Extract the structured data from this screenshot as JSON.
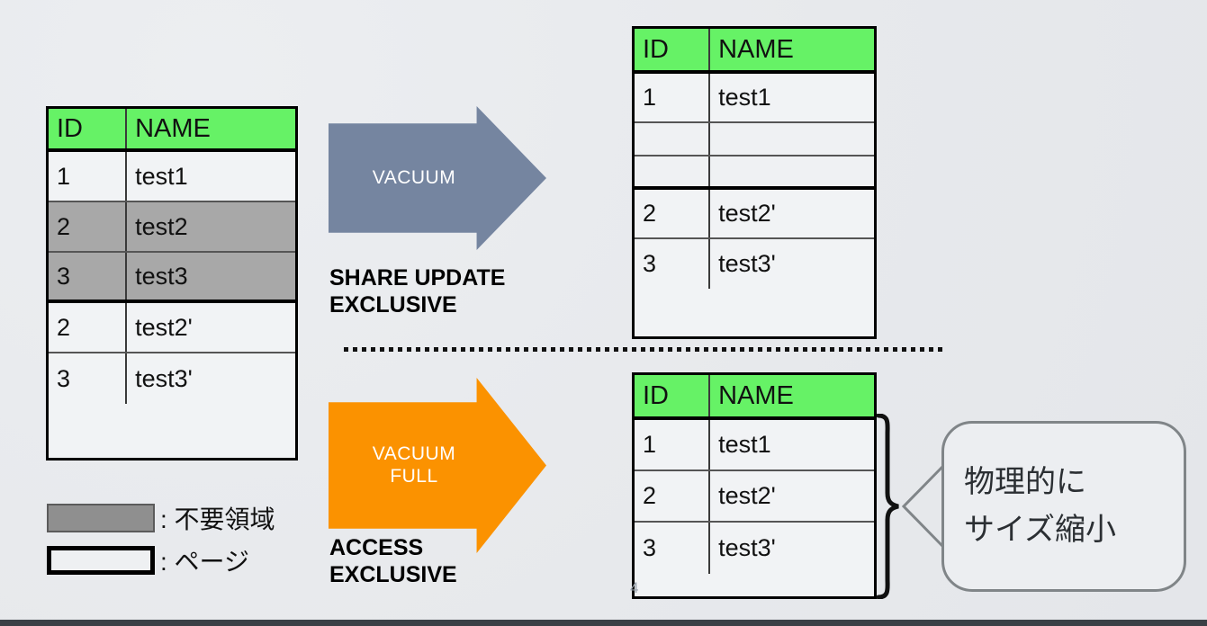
{
  "slide": {
    "page_number": "4",
    "background_color": "#e9ebee"
  },
  "colors": {
    "header_green": "#66f266",
    "dead_tuple_gray": "#a8a8a8",
    "vacuum_arrow": "#7585a0",
    "vacuum_full_arrow": "#fb9200",
    "callout_border": "#808588"
  },
  "tables": {
    "before": {
      "name": "before-vacuum-table",
      "headers": [
        "ID",
        "NAME"
      ],
      "rows": [
        {
          "id": "1",
          "name": "test1",
          "state": "live"
        },
        {
          "id": "2",
          "name": "test2",
          "state": "dead"
        },
        {
          "id": "3",
          "name": "test3",
          "state": "dead"
        },
        {
          "id": "2",
          "name": "test2'",
          "state": "live"
        },
        {
          "id": "3",
          "name": "test3'",
          "state": "live"
        }
      ]
    },
    "after_vacuum": {
      "name": "after-vacuum-table",
      "headers": [
        "ID",
        "NAME"
      ],
      "rows": [
        {
          "id": "1",
          "name": "test1",
          "state": "live"
        },
        {
          "id": "",
          "name": "",
          "state": "empty"
        },
        {
          "id": "",
          "name": "",
          "state": "empty"
        },
        {
          "id": "2",
          "name": "test2'",
          "state": "live"
        },
        {
          "id": "3",
          "name": "test3'",
          "state": "live"
        }
      ]
    },
    "after_vacuum_full": {
      "name": "after-vacuum-full-table",
      "headers": [
        "ID",
        "NAME"
      ],
      "rows": [
        {
          "id": "1",
          "name": "test1",
          "state": "live"
        },
        {
          "id": "2",
          "name": "test2'",
          "state": "live"
        },
        {
          "id": "3",
          "name": "test3'",
          "state": "live"
        }
      ]
    }
  },
  "arrows": {
    "vacuum": {
      "label": "VACUUM",
      "lock_label_line1": "SHARE UPDATE",
      "lock_label_line2": "EXCLUSIVE"
    },
    "vacuum_full": {
      "label_line1": "VACUUM",
      "label_line2": "FULL",
      "lock_label_line1": "ACCESS",
      "lock_label_line2": "EXCLUSIVE"
    }
  },
  "legend": {
    "items": [
      {
        "swatch": "gray",
        "label": ": 不要領域"
      },
      {
        "swatch": "page",
        "label": ": ページ"
      }
    ]
  },
  "callout": {
    "line1": "物理的に",
    "line2": "サイズ縮小"
  }
}
